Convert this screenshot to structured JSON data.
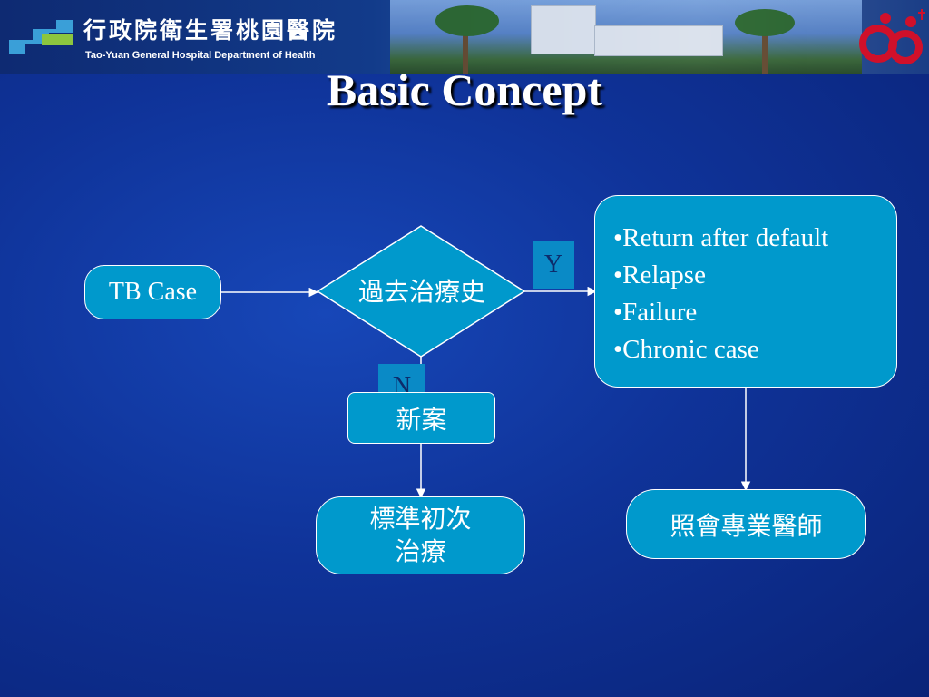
{
  "header": {
    "hospital_name_zh": "行政院衛生署桃園醫院",
    "hospital_name_en": "Tao-Yuan General Hospital Department of Health"
  },
  "slide": {
    "title": "Basic Concept"
  },
  "diagram": {
    "tb_case": "TB Case",
    "decision": "過去治療史",
    "yes_label": "Y",
    "no_label": "N",
    "new_case": "新案",
    "standard_treatment_line1": "標準初次",
    "standard_treatment_line2": "治療",
    "case_types": [
      "•Return after default",
      "•Relapse",
      "•Failure",
      "•Chronic case"
    ],
    "consult": "照會專業醫師"
  },
  "colors": {
    "background": "#0f3399",
    "node_fill": "#0099cc",
    "node_border": "#ffffff",
    "label_fill": "#0a8ac6"
  }
}
